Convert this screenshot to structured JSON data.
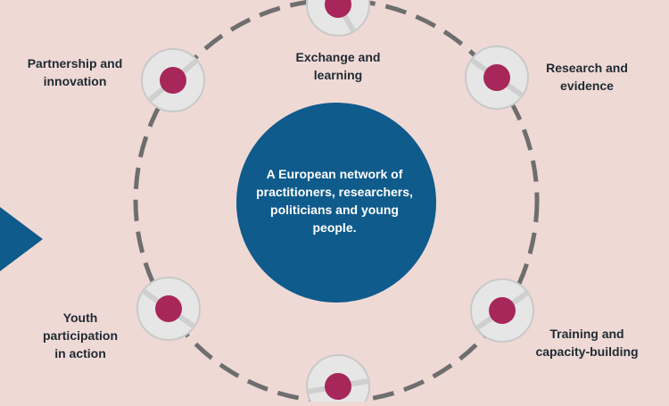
{
  "center": {
    "text": "A European network of\npractitioners, researchers,\npoliticians and young\npeople."
  },
  "nodes": [
    {
      "id": "exchange",
      "label": "Exchange and\nlearning"
    },
    {
      "id": "research",
      "label": "Research and\nevidence"
    },
    {
      "id": "training",
      "label": "Training and\ncapacity-building"
    },
    {
      "id": "bottom",
      "label": ""
    },
    {
      "id": "youth",
      "label": "Youth\nparticipation\nin action"
    },
    {
      "id": "partnership",
      "label": "Partnership and\ninnovation"
    }
  ],
  "colors": {
    "background": "#efd9d5",
    "center_circle": "#0f5b8c",
    "ring": "#6e6e6e",
    "node_outer": "#e6e6e6",
    "node_dot": "#a8275a",
    "arrow": "#0f5b8c"
  }
}
